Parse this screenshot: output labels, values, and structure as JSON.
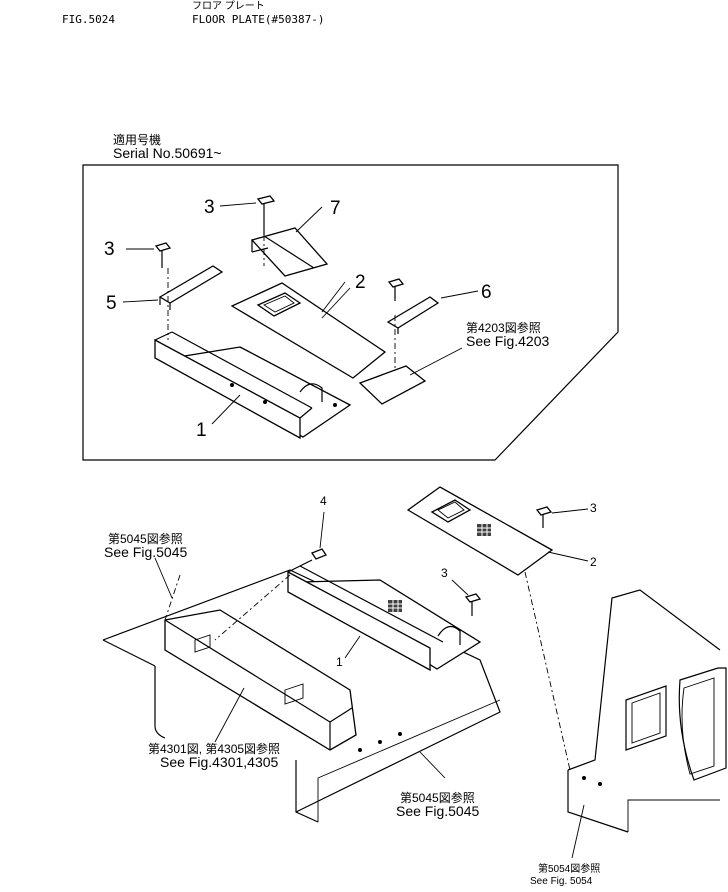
{
  "header": {
    "fig_number": "FIG.5024",
    "title_jp": "フロア プレート",
    "title_en": "FLOOR PLATE(#50387-)"
  },
  "serial_box": {
    "label_jp": "適用号機",
    "label_en": "Serial  No.50691~",
    "callouts": [
      "3",
      "3",
      "7",
      "2",
      "5",
      "6",
      "1"
    ],
    "ref_4203_jp": "第4203図参照",
    "ref_4203_en": "See Fig.4203"
  },
  "lower": {
    "callouts": [
      "4",
      "3",
      "2",
      "3",
      "1"
    ],
    "ref_5045a_jp": "第5045図参照",
    "ref_5045a_en": "See Fig.5045",
    "ref_4301_jp": "第4301図, 第4305図参照",
    "ref_4301_en": "See Fig.4301,4305",
    "ref_5045b_jp": "第5045図参照",
    "ref_5045b_en": "See Fig.5045",
    "ref_5054_jp": "第5054図参照",
    "ref_5054_en": "See Fig. 5054"
  }
}
